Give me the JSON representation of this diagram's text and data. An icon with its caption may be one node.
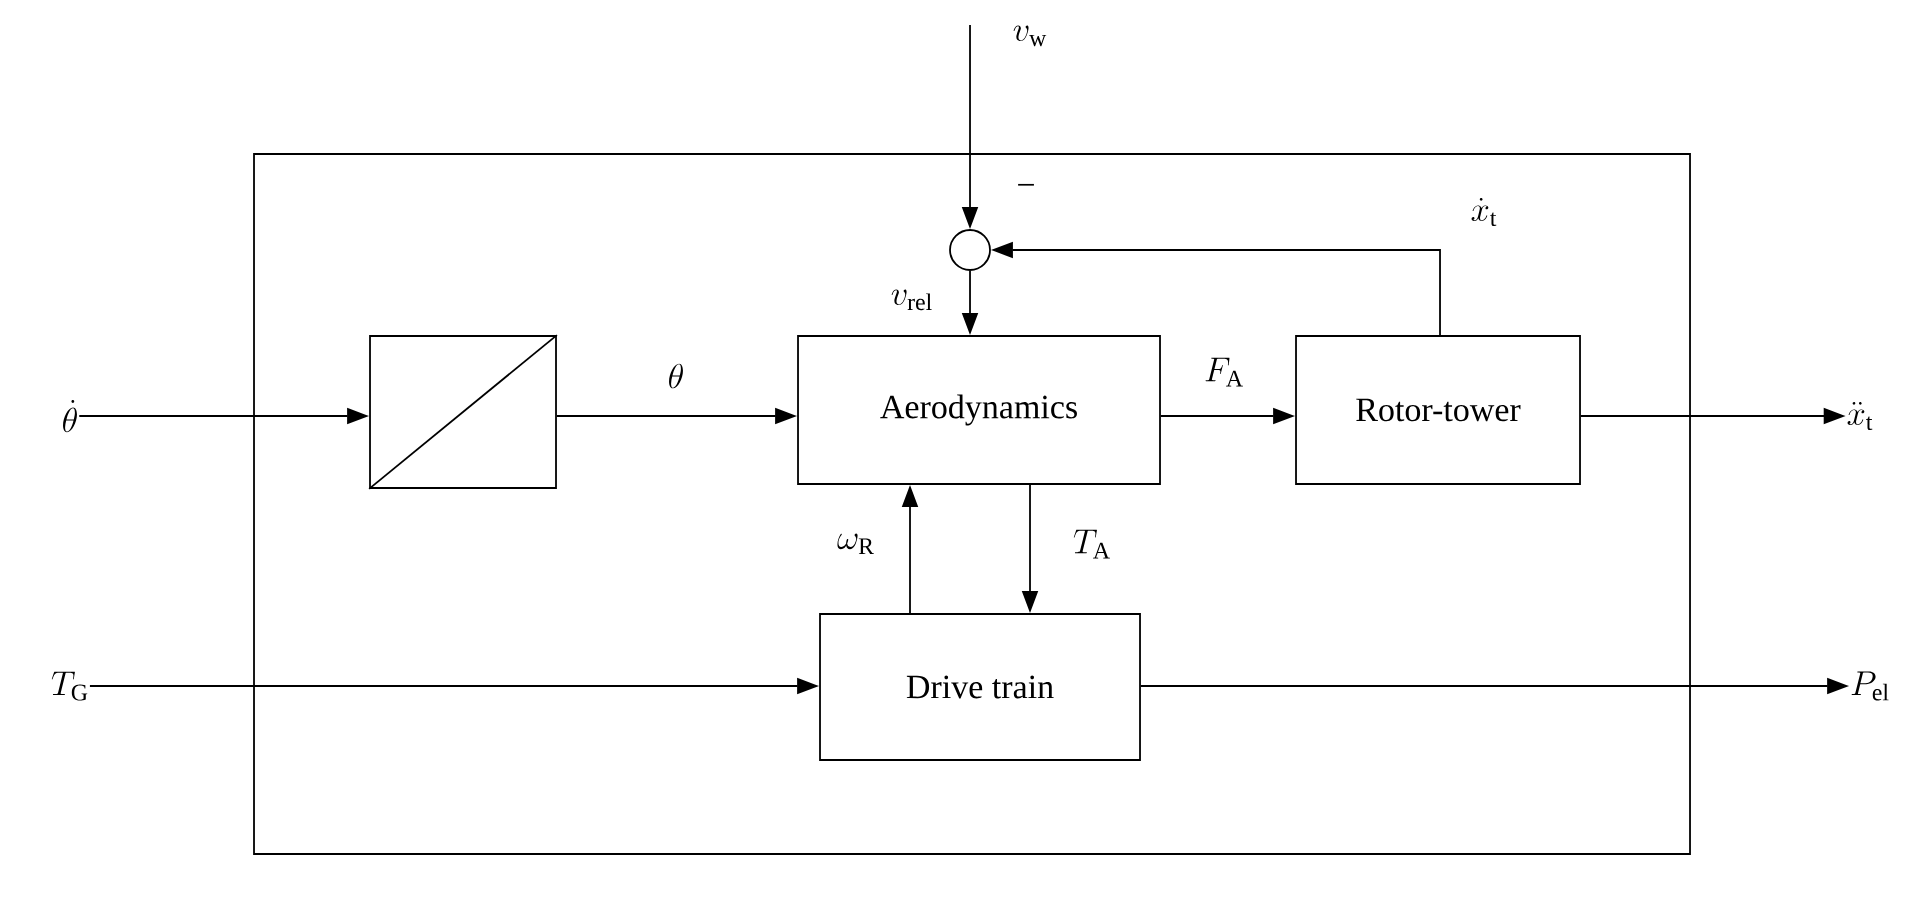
{
  "diagram": {
    "nodes": [
      {
        "text": [
          "v_\\mathrm{w}"
        ]
      },
      {
        "text": [],
        "shape": "box"
      },
      {
        "text": [],
        "shape": "circle",
        "in": 1
      },
      {
        "text": [
          "\\dot{\\theta}"
        ]
      },
      {
        "text": [],
        "shape": "box",
        "in": 1
      },
      {
        "text": [
          "Aerodynamics"
        ],
        "in": 1
      },
      {
        "text": [
          "Rotor-tower"
        ],
        "in": 1
      },
      {
        "text": [
          "\\ddot{x}_\\mathrm{t}"
        ]
      },
      {
        "text": [
          "Drive train"
        ],
        "in": 1
      },
      {
        "text": [
          "T_\\mathrm{G}"
        ]
      },
      {
        "text": [
          "P_\\mathrm{el}"
        ]
      }
    ],
    "edges": [
      {
        "from": 0,
        "to": 2,
        "arrow": "to"
      },
      {
        "from": 6,
        "to": 2,
        "arrow": "to",
        "label": "\\dot{x}_\\mathrm{t}"
      },
      {
        "from": 2,
        "to": 5,
        "arrow": "to",
        "label": "v_\\mathrm{rel}"
      },
      {
        "from": 3,
        "to": 4,
        "arrow": "to"
      },
      {
        "from": 4,
        "to": 5,
        "arrow": "to",
        "label": "\\theta"
      },
      {
        "from": 5,
        "to": 6,
        "arrow": "to",
        "label": "F_\\mathrm{A}"
      },
      {
        "from": 6,
        "to": 7,
        "arrow": "to"
      },
      {
        "from": 8,
        "to": 5,
        "arrow": "to",
        "label": "\\omega_\\mathrm{R}"
      },
      {
        "from": 5,
        "to": 8,
        "arrow": "to",
        "label": "T_\\mathrm{A}"
      },
      {
        "from": 9,
        "to": 8,
        "arrow": "to"
      },
      {
        "from": 8,
        "to": 10,
        "arrow": "to"
      }
    ],
    "labels": [
      "−"
    ]
  }
}
